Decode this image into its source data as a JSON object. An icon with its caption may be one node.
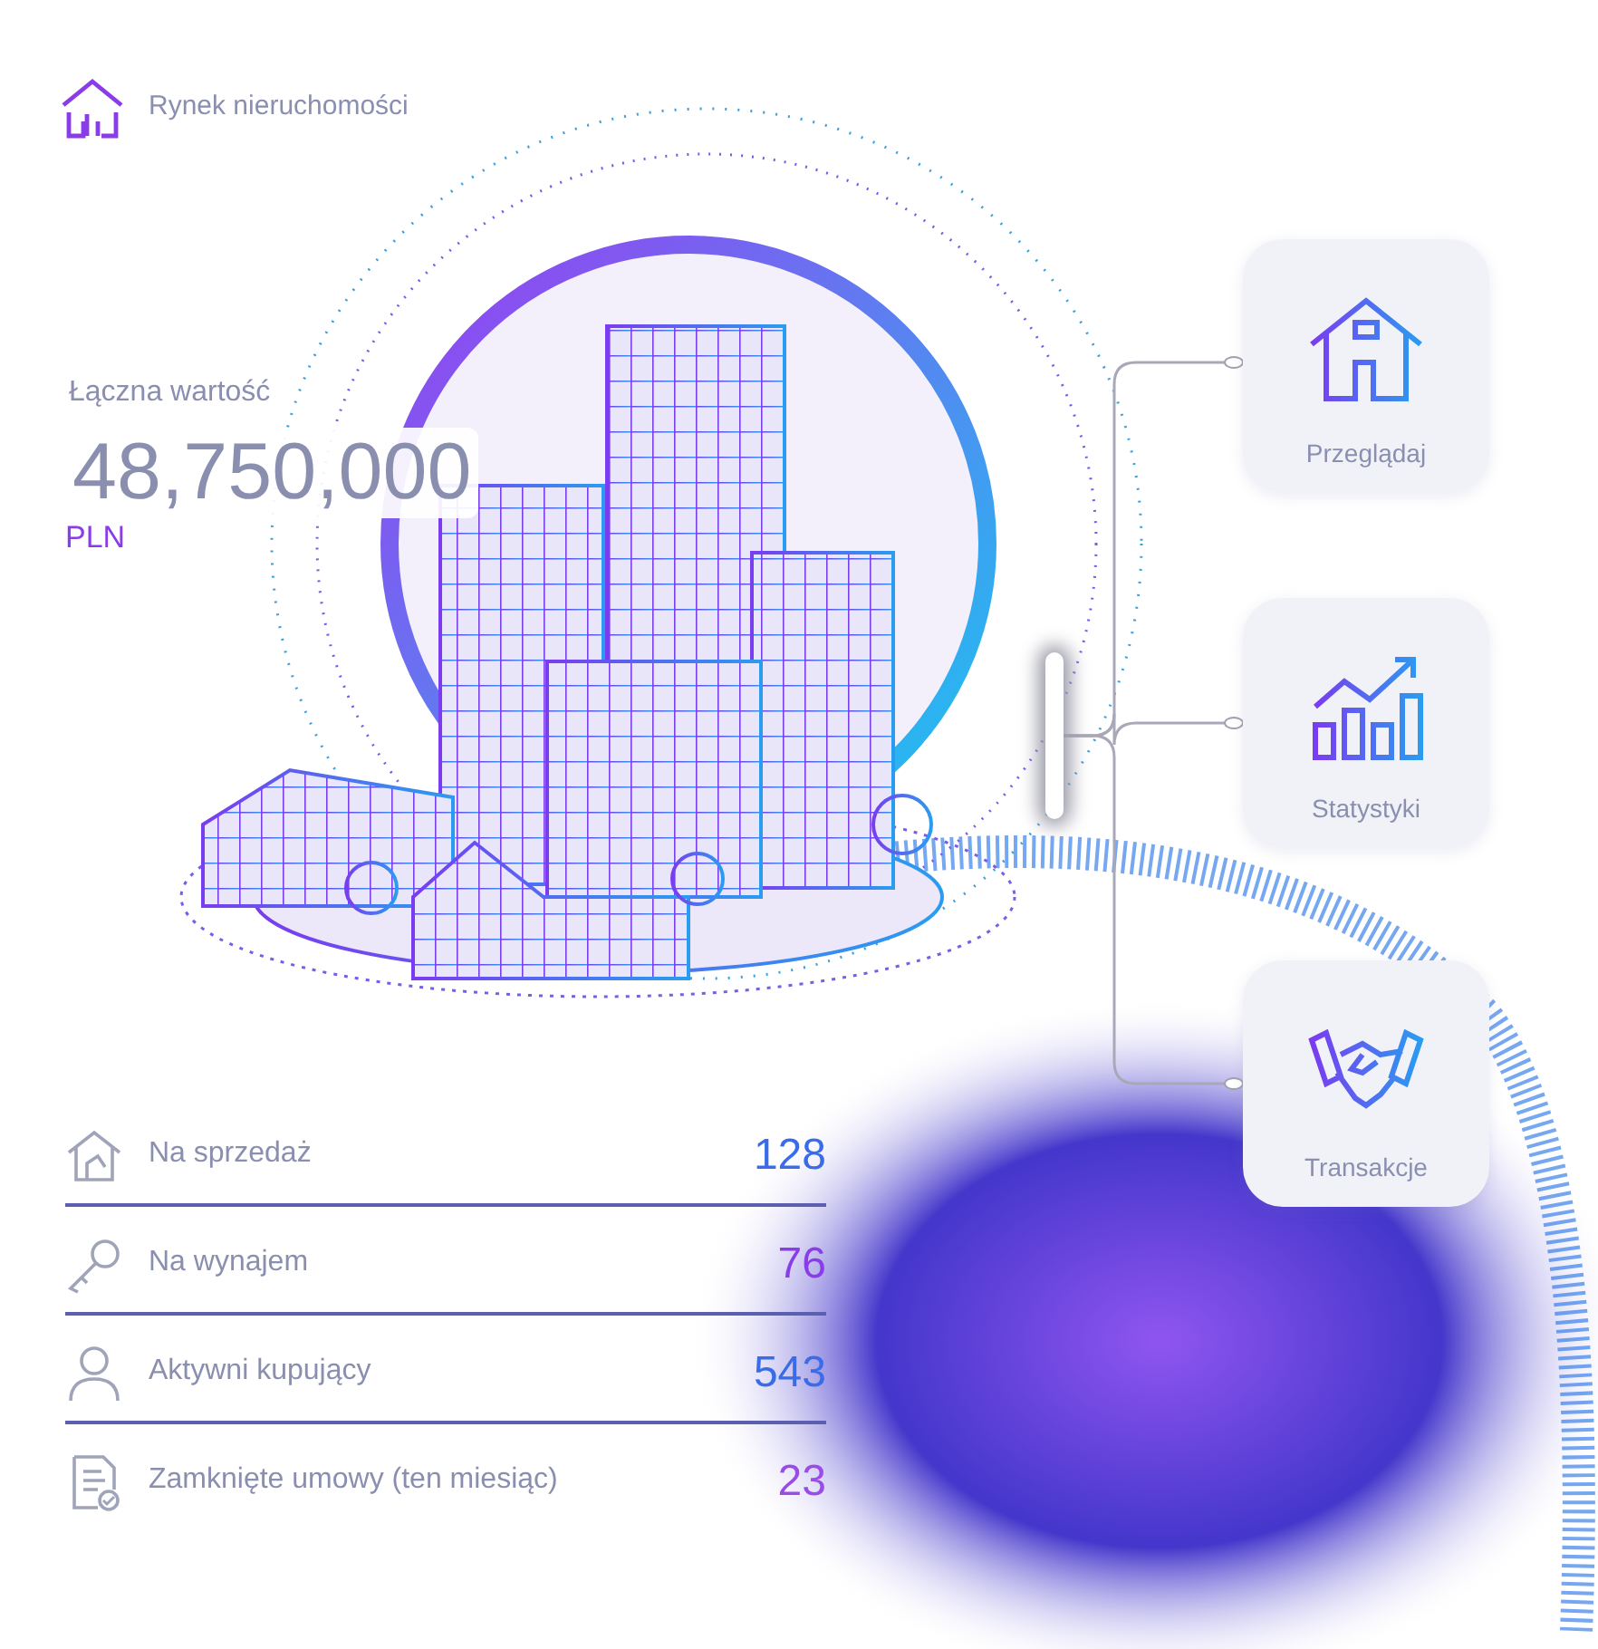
{
  "diagram": {
    "nodes": [
      {
        "text": [],
        "shape": "bar"
      },
      {
        "text": [
          "Przeglądaj"
        ]
      },
      {
        "text": [
          "Statystyki"
        ]
      },
      {
        "text": [
          "Transakcje"
        ]
      }
    ],
    "edges": [
      {
        "from": 0,
        "to": 1,
        "arrow": "other"
      },
      {
        "from": 0,
        "to": 2,
        "arrow": "other"
      },
      {
        "from": 0,
        "to": 3,
        "arrow": "other"
      }
    ],
    "labels": [
      "Rynek nieruchomości",
      "Łączna wartość",
      "48,750,000",
      "PLN",
      "Na sprzedaż",
      "128",
      "Na wynajem",
      "76",
      "Aktywni kupujący",
      "543",
      "Zamknięte umowy (ten miesiąc)",
      "23"
    ]
  }
}
